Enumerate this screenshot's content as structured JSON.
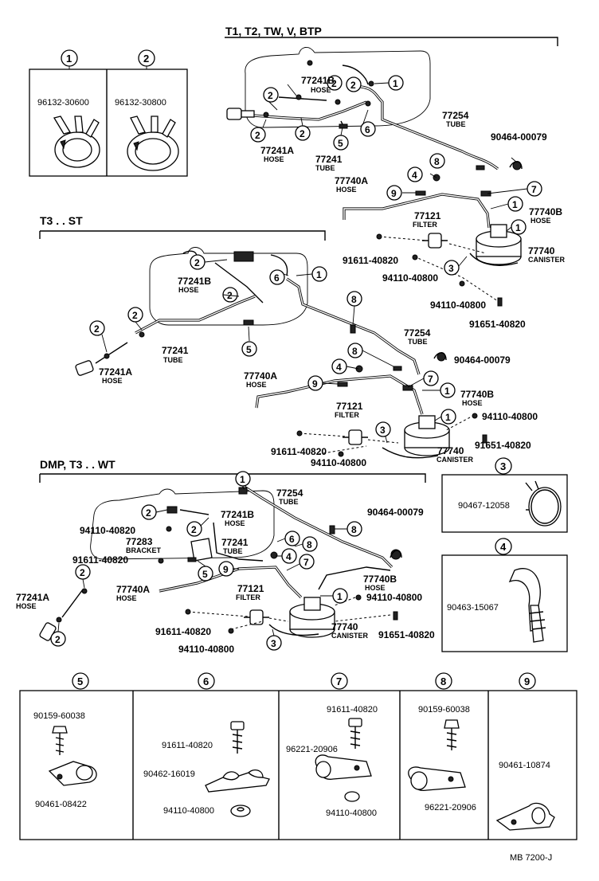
{
  "sections": {
    "s1": "T1, T2, TW, V, BTP",
    "s2": "T3 . . ST",
    "s3": "DMP, T3 . . WT"
  },
  "inset_top": {
    "c1": "1",
    "c2": "2",
    "p1": "96132-30600",
    "p2": "96132-30800"
  },
  "d1": {
    "n1": "1",
    "n2a": "2",
    "n2b": "2",
    "n2c": "2",
    "n2d": "2",
    "n2e": "2",
    "n5": "5",
    "n6": "6",
    "n8": "8",
    "n4": "4",
    "n9": "9",
    "n7": "7",
    "n1b": "1",
    "n1c": "1",
    "n3": "3",
    "p77241B": "77241B",
    "hose1": "HOSE",
    "p77241A": "77241A",
    "hose2": "HOSE",
    "p77241": "77241",
    "tube1": "TUBE",
    "p77254": "77254",
    "tube2": "TUBE",
    "p90464": "90464-00079",
    "p77740A": "77740A",
    "hose3": "HOSE",
    "p77121": "77121",
    "filter": "FILTER",
    "p77740B": "77740B",
    "hose4": "HOSE",
    "p77740": "77740",
    "canister": "CANISTER",
    "p91611": "91611-40820",
    "p94110a": "94110-40800",
    "p94110b": "94110-40800",
    "p91651": "91651-40820"
  },
  "d2": {
    "n2a": "2",
    "n2b": "2",
    "n2c": "2",
    "n2d": "2",
    "n6": "6",
    "n1": "1",
    "n5": "5",
    "n8a": "8",
    "n8b": "8",
    "n4": "4",
    "n9": "9",
    "n7": "7",
    "n1b": "1",
    "n1c": "1",
    "n3": "3",
    "p77241B": "77241B",
    "hose1": "HOSE",
    "p77241": "77241",
    "tube1": "TUBE",
    "p77241A": "77241A",
    "hose2": "HOSE",
    "p77254": "77254",
    "tube2": "TUBE",
    "p90464": "90464-00079",
    "p77740A": "77740A",
    "hose3": "HOSE",
    "p77740B": "77740B",
    "hose4": "HOSE",
    "p77121": "77121",
    "filter": "FILTER",
    "p94110a": "94110-40800",
    "p91651": "91651-40820",
    "p91611": "91611-40820",
    "p94110b": "94110-40800",
    "p77740": "77740",
    "canister": "CANISTER"
  },
  "d3": {
    "n1": "1",
    "n2a": "2",
    "n2b": "2",
    "n2c": "2",
    "n2d": "2",
    "n5": "5",
    "n9": "9",
    "n6": "6",
    "n8a": "8",
    "n8b": "8",
    "n4": "4",
    "n7": "7",
    "n1b": "1",
    "n3": "3",
    "p77254": "77254",
    "tube1": "TUBE",
    "p90464": "90464-00079",
    "p77241B": "77241B",
    "hose1": "HOSE",
    "p94110a": "94110-40820",
    "p77283": "77283",
    "bracket": "BRACKET",
    "p77241": "77241",
    "tube2": "TUBE",
    "p91611a": "91611-40820",
    "p77241A": "77241A",
    "hose2": "HOSE",
    "p77740A": "77740A",
    "hose3": "HOSE",
    "p77121": "77121",
    "filter": "FILTER",
    "p77740B": "77740B",
    "hose4": "HOSE",
    "p94110b": "94110-40800",
    "p91611b": "91611-40820",
    "p77740": "77740",
    "canister": "CANISTER",
    "p91651": "91651-40820",
    "p94110c": "94110-40800"
  },
  "inset_3": {
    "circle": "3",
    "part": "90467-12058"
  },
  "inset_4": {
    "circle": "4",
    "part": "90463-15067"
  },
  "bottom": {
    "c5": "5",
    "c6": "6",
    "c7": "7",
    "c8": "8",
    "c9": "9",
    "b5a": "90159-60038",
    "b5b": "90461-08422",
    "b6a": "91611-40820",
    "b6b": "90462-16019",
    "b6c": "94110-40800",
    "b7a": "91611-40820",
    "b7b": "96221-20906",
    "b7c": "94110-40800",
    "b8a": "90159-60038",
    "b8b": "96221-20906",
    "b9a": "90461-10874"
  },
  "footer": "MB 7200-J"
}
